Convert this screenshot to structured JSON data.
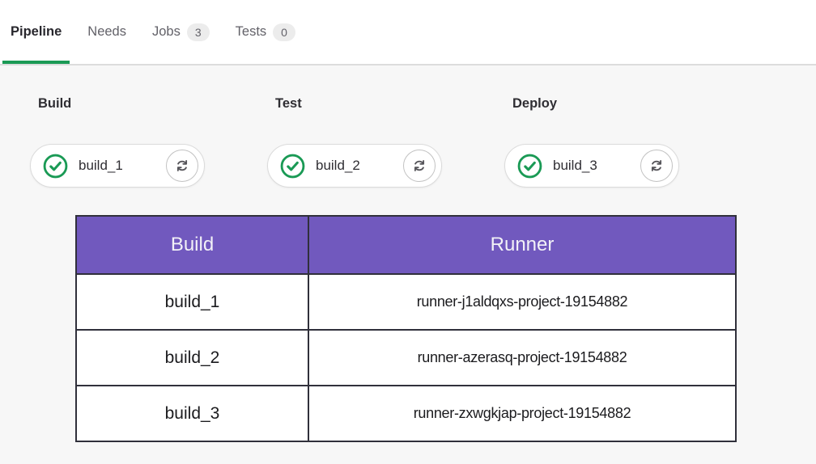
{
  "tabs": [
    {
      "label": "Pipeline",
      "badge": null,
      "active": true
    },
    {
      "label": "Needs",
      "badge": null,
      "active": false
    },
    {
      "label": "Jobs",
      "badge": "3",
      "active": false
    },
    {
      "label": "Tests",
      "badge": "0",
      "active": false
    }
  ],
  "stages": [
    {
      "name": "Build",
      "jobs": [
        {
          "name": "build_1",
          "status": "success"
        }
      ]
    },
    {
      "name": "Test",
      "jobs": [
        {
          "name": "build_2",
          "status": "success"
        }
      ]
    },
    {
      "name": "Deploy",
      "jobs": [
        {
          "name": "build_3",
          "status": "success"
        }
      ]
    }
  ],
  "table": {
    "headers": [
      "Build",
      "Runner"
    ],
    "rows": [
      [
        "build_1",
        "runner-j1aldqxs-project-19154882"
      ],
      [
        "build_2",
        "runner-azerasq-project-19154882"
      ],
      [
        "build_3",
        "runner-zxwgkjap-project-19154882"
      ]
    ]
  },
  "icons": {
    "status": "check-circle-icon",
    "retry": "retry-icon"
  },
  "colors": {
    "accent_green": "#1a9a55",
    "table_header_purple": "#7159be",
    "table_border": "#30303b",
    "content_background": "#f7f7f7",
    "badge_background": "#ececec"
  }
}
